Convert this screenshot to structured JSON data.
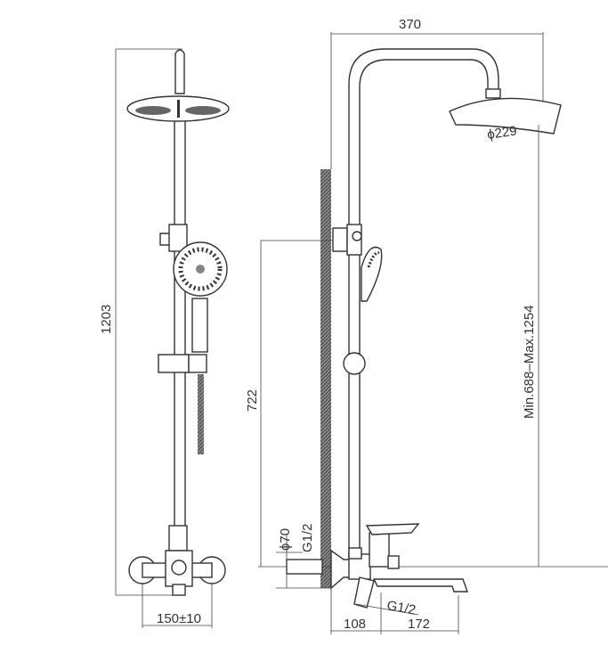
{
  "drawing": {
    "title": "Shower system technical drawing",
    "dimensions": {
      "total_height": "1203",
      "arm_reach": "370",
      "head_diameter": "ϕ229",
      "head_height_range": "Min.688–Max.1254",
      "bracket_height": "722",
      "flange_diameter": "ϕ70",
      "inlet_thread": "G1/2",
      "outlet_thread": "G1/2",
      "inlet_spacing": "150±10",
      "mixer_depth": "108",
      "spout_length": "172"
    }
  }
}
